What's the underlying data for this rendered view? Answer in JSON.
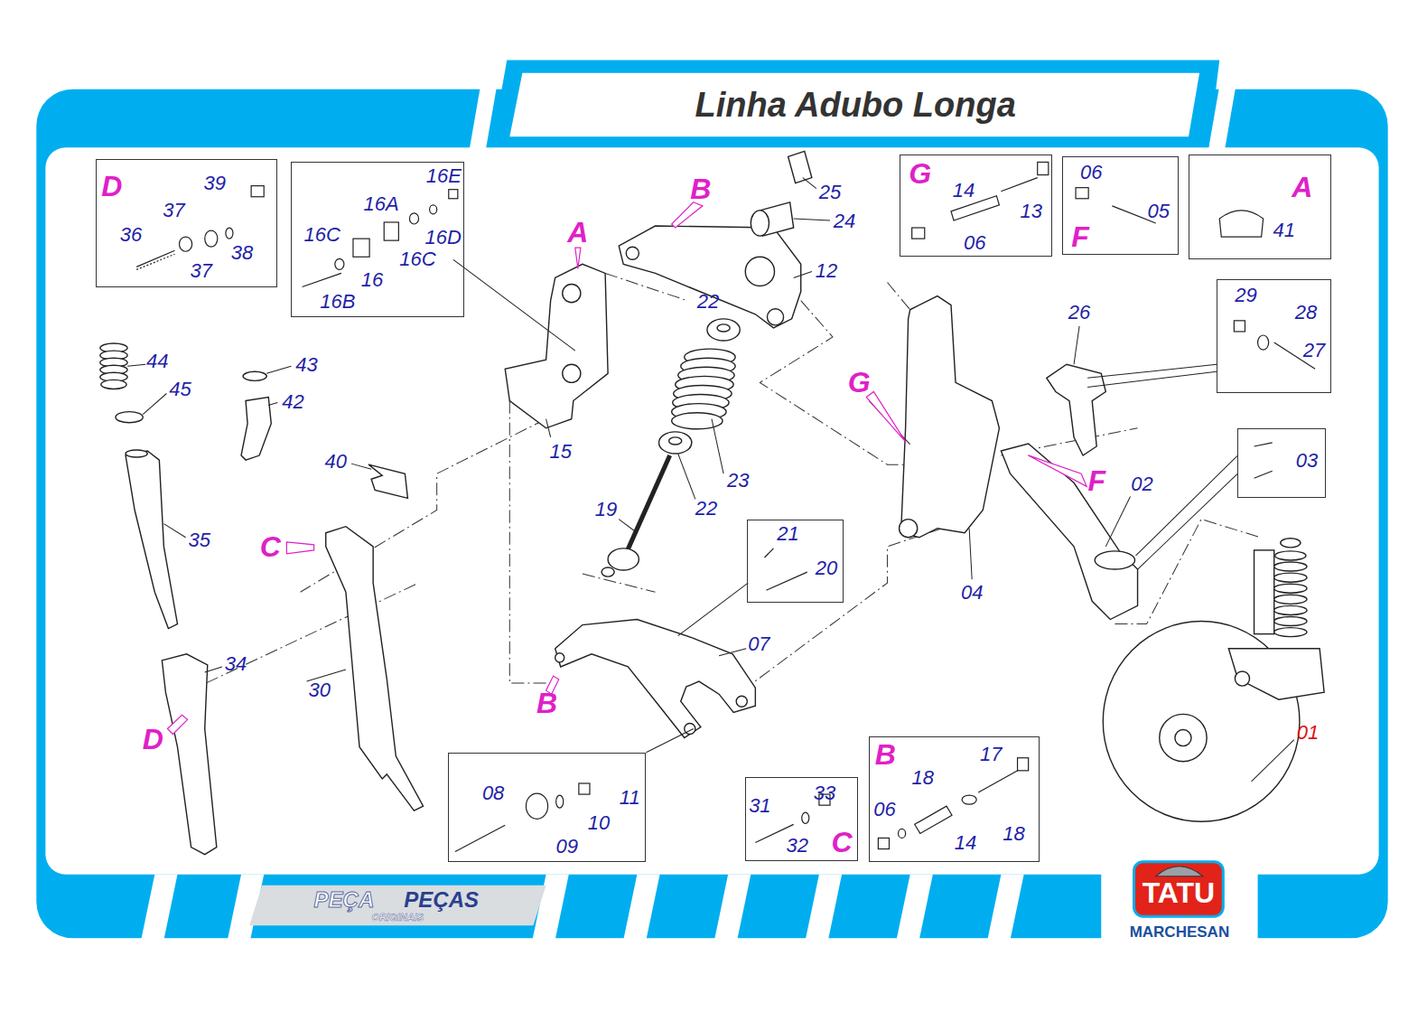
{
  "diagram": {
    "title": "Linha Adubo Longa",
    "nodes": [
      {
        "text": [
          "D",
          "39",
          "37",
          "36",
          "37",
          "38"
        ]
      },
      {
        "text": [
          "16E",
          "16A",
          "16C",
          "16D",
          "16C",
          "16",
          "16B"
        ]
      },
      {
        "text": [
          "G",
          "14",
          "13",
          "06"
        ]
      },
      {
        "text": [
          "06",
          "05",
          "F"
        ]
      },
      {
        "text": [
          "A",
          "41"
        ]
      },
      {
        "text": [
          "29",
          "28",
          "27"
        ]
      },
      {
        "text": [
          "03"
        ]
      },
      {
        "text": [
          "21",
          "20"
        ]
      },
      {
        "text": [
          "08",
          "11",
          "10",
          "09"
        ]
      },
      {
        "text": [
          "31",
          "33",
          "32",
          "C"
        ]
      },
      {
        "text": [
          "B",
          "17",
          "18",
          "06",
          "18",
          "14"
        ]
      }
    ],
    "labels": [
      "25",
      "24",
      "B",
      "A",
      "12",
      "22",
      "44",
      "43",
      "45",
      "42",
      "15",
      "40",
      "19",
      "22",
      "23",
      "35",
      "C",
      "30",
      "34",
      "D",
      "B",
      "07",
      "G",
      "26",
      "02",
      "F",
      "04",
      "01",
      "PEÇA",
      "PEÇAS",
      "ORIGINAIS",
      "TATU",
      "MARCHESAN"
    ]
  }
}
